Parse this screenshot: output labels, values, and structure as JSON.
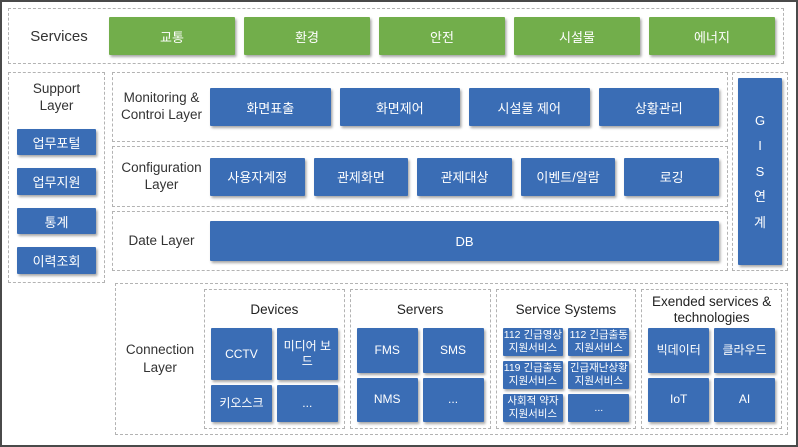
{
  "colors": {
    "box_blue": "#3a6db5",
    "box_green": "#72ae4b",
    "frame_border": "#4a4a4a",
    "dashed_border": "#b3b3b3",
    "label_text": "#333333",
    "box_text": "#ffffff"
  },
  "services": {
    "label": "Services",
    "items": [
      "교통",
      "환경",
      "안전",
      "시설물",
      "에너지"
    ]
  },
  "support": {
    "label": "Support Layer",
    "items": [
      "업무포털",
      "업무지원",
      "통계",
      "이력조회"
    ]
  },
  "monitoring": {
    "label": "Monitoring & Controi Layer",
    "items": [
      "화면표출",
      "화면제어",
      "시설물 제어",
      "상황관리"
    ]
  },
  "configuration": {
    "label": "Configuration Layer",
    "items": [
      "사용자계정",
      "관제화면",
      "관제대상",
      "이벤트/알람",
      "로깅"
    ]
  },
  "data_layer": {
    "label": "Date Layer",
    "items": [
      "DB"
    ]
  },
  "gis": {
    "label": "GIS 연계"
  },
  "connection": {
    "label": "Connection Layer",
    "groups": [
      {
        "title": "Devices",
        "items": [
          "CCTV",
          "미디어 보드",
          "키오스크",
          "..."
        ]
      },
      {
        "title": "Servers",
        "items": [
          "FMS",
          "SMS",
          "NMS",
          "..."
        ]
      },
      {
        "title": "Service Systems",
        "items": [
          "112 긴급영상 지원서비스",
          "112 긴급출동 지원서비스",
          "119 긴급출동 지원서비스",
          "긴급재난상황 지원서비스",
          "사회적 약자 지원서비스",
          "..."
        ]
      },
      {
        "title": "Exended services & technologies",
        "items": [
          "빅데이터",
          "클라우드",
          "IoT",
          "AI"
        ]
      }
    ]
  }
}
